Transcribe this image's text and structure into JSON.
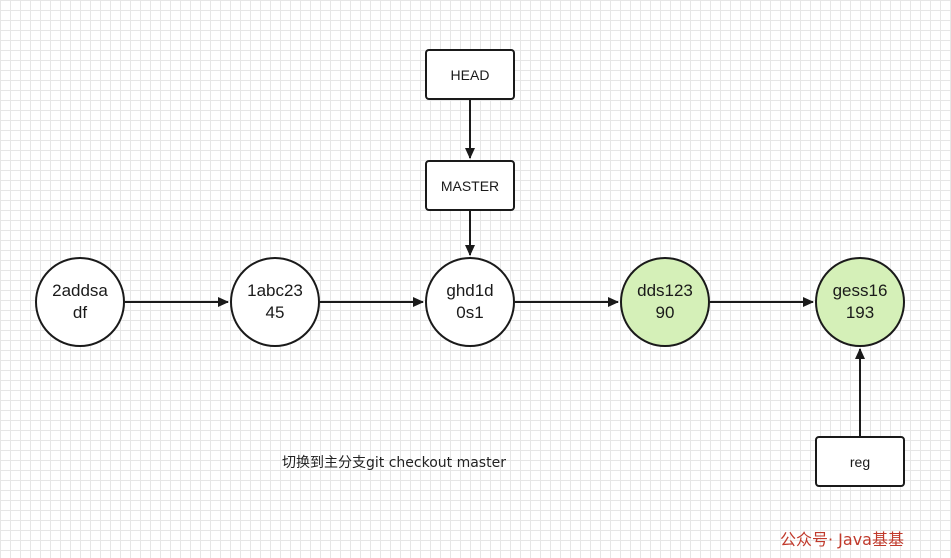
{
  "diagram": {
    "highlight_color": "#d5f0b8",
    "line_color": "#1a1a1a",
    "commits": [
      {
        "line1": "2addsa",
        "line2": "df"
      },
      {
        "line1": "1abc23",
        "line2": "45"
      },
      {
        "line1": "ghd1d",
        "line2": "0s1"
      },
      {
        "line1": "dds123",
        "line2": "90"
      },
      {
        "line1": "gess16",
        "line2": "193"
      }
    ],
    "refs": {
      "head": "HEAD",
      "master": "MASTER",
      "reg": "reg"
    },
    "caption": "切换到主分支git checkout master",
    "watermark": "公众号· Java基基"
  }
}
